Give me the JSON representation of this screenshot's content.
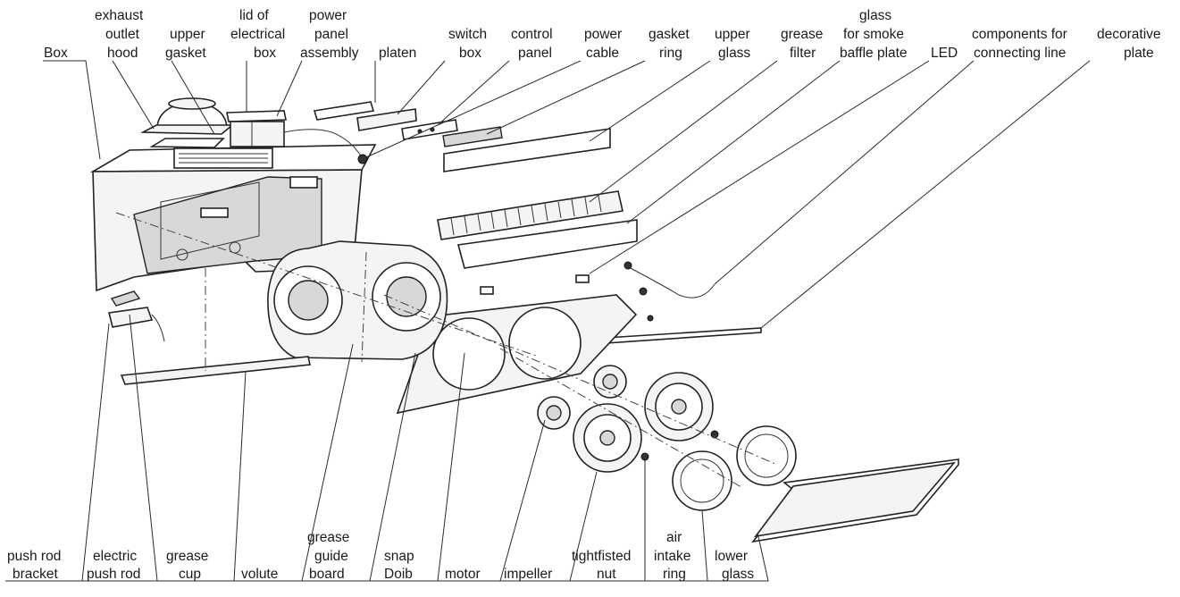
{
  "labels": {
    "box": "Box",
    "exhaust_outlet_hood": [
      "exhaust",
      "outlet",
      "hood"
    ],
    "upper_gasket": [
      "upper",
      "gasket"
    ],
    "lid_of_electrical_box": [
      "lid of",
      "electrical",
      "box"
    ],
    "power_panel_assembly": [
      "power",
      "panel",
      "assembly"
    ],
    "platen": "platen",
    "switch_box": [
      "switch",
      "box"
    ],
    "control_panel": [
      "control",
      "panel"
    ],
    "power_cable": [
      "power",
      "cable"
    ],
    "gasket_ring": [
      "gasket",
      "ring"
    ],
    "upper_glass": [
      "upper",
      "glass"
    ],
    "grease_filter": [
      "grease",
      "filter"
    ],
    "glass_for_smoke_baffle_plate": [
      "glass",
      "for smoke",
      "baffle plate"
    ],
    "led": "LED",
    "components_for_connecting_line": [
      "components for",
      "connecting line"
    ],
    "decorative_plate": [
      "decorative",
      "plate"
    ],
    "push_rod_bracket": [
      "push rod",
      "bracket"
    ],
    "electric_push_rod": [
      "electric",
      "push rod"
    ],
    "grease_cup": [
      "grease",
      "cup"
    ],
    "volute": "volute",
    "grease_guide_board": [
      "grease",
      "guide",
      "board"
    ],
    "snap_joint": [
      "snap",
      "Doib"
    ],
    "motor": "motor",
    "impeller": "impeller",
    "tightfisted_nut": [
      "tightfisted",
      "nut"
    ],
    "air_intake_ring": [
      "air",
      "intake",
      "ring"
    ],
    "lower_glass": [
      "lower",
      "glass"
    ]
  }
}
